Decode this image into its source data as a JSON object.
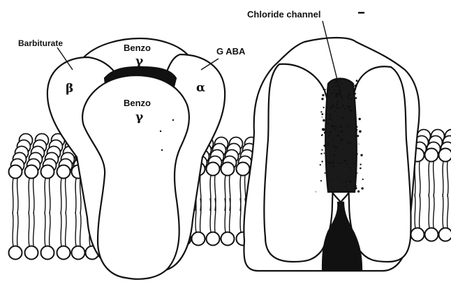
{
  "labels": {
    "barbiturate": "Barbiturate",
    "benzo_top": "Benzo",
    "gamma_top": "γ",
    "gaba": "G ABA",
    "beta": "β",
    "alpha": "α",
    "benzo_front": "Benzo",
    "gamma_front": "γ",
    "chloride_channel": "Chloride channel"
  },
  "colors": {
    "ink": "#111111",
    "paper": "#ffffff"
  }
}
